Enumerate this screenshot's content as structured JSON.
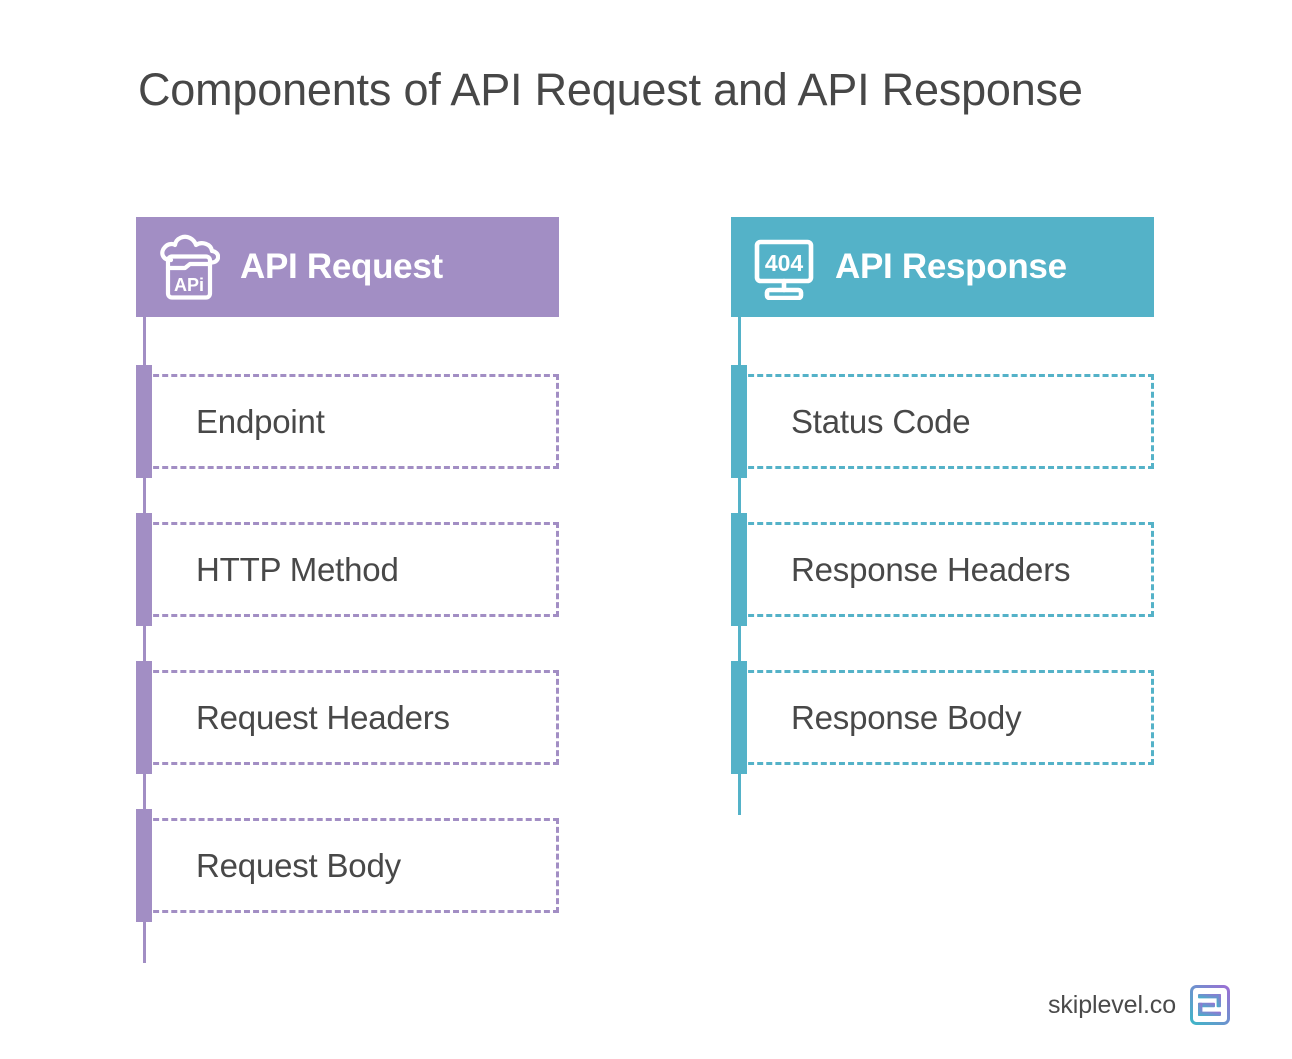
{
  "page": {
    "title": "Components of API Request and API Response",
    "background": "#ffffff",
    "text_color": "#474747"
  },
  "colors": {
    "request_accent": "#a28ec4",
    "response_accent": "#54b2c8",
    "header_text": "#ffffff",
    "item_text": "#484848"
  },
  "columns": [
    {
      "id": "request",
      "header": {
        "title": "API Request",
        "icon": "api-cloud-icon",
        "icon_label": "APi",
        "color": "#a28ec4"
      },
      "items": [
        {
          "label": "Endpoint"
        },
        {
          "label": "HTTP Method"
        },
        {
          "label": "Request Headers"
        },
        {
          "label": "Request Body"
        }
      ]
    },
    {
      "id": "response",
      "header": {
        "title": "API Response",
        "icon": "monitor-404-icon",
        "icon_label": "404",
        "color": "#54b2c8"
      },
      "items": [
        {
          "label": "Status Code"
        },
        {
          "label": "Response Headers"
        },
        {
          "label": "Response Body"
        }
      ]
    }
  ],
  "footer": {
    "brand": "skiplevel.co",
    "logo": "skiplevel-logo-icon"
  }
}
